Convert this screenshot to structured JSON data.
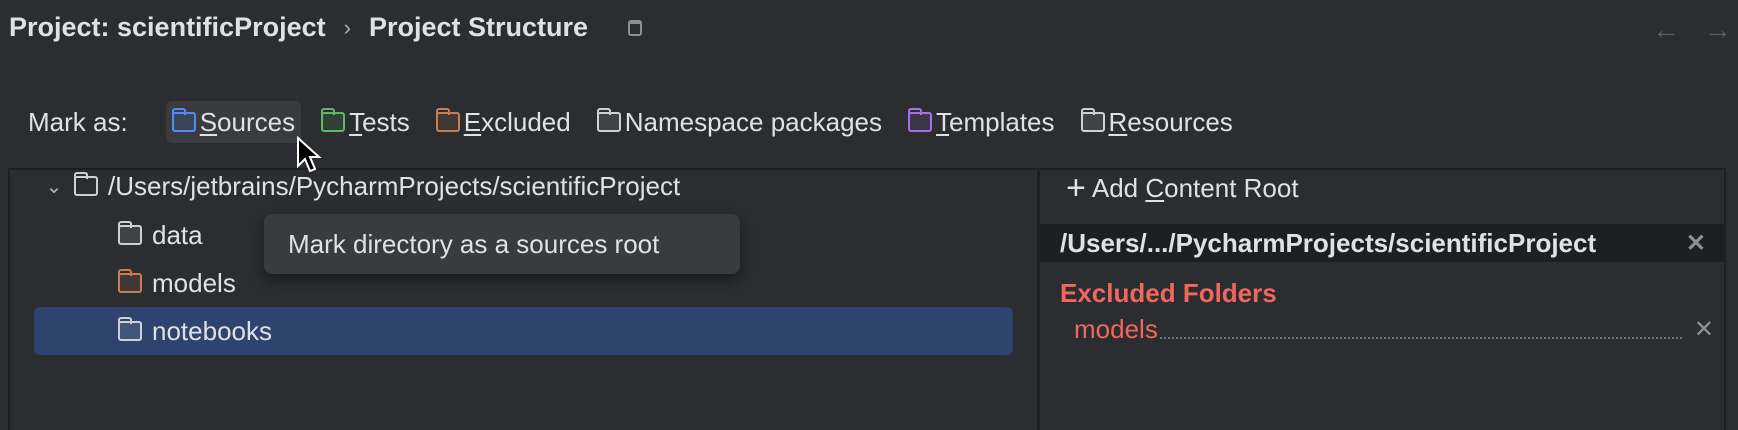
{
  "header": {
    "project": "Project: scientificProject",
    "separator": "›",
    "page": "Project Structure"
  },
  "mark_as": {
    "label": "Mark as:",
    "buttons": [
      {
        "label": "Sources",
        "mnemonic": "S",
        "rest": "ources",
        "color": "#548af7"
      },
      {
        "label": "Tests",
        "mnemonic": "T",
        "rest": "ests",
        "color": "#5fb865"
      },
      {
        "label": "Excluded",
        "mnemonic": "E",
        "rest": "xcluded",
        "color": "#c77d55"
      },
      {
        "label": "Namespace packages",
        "mnemonic": "",
        "rest": "Namespace packages",
        "color": "#ced0d6"
      },
      {
        "label": "Templates",
        "mnemonic": "T",
        "rest": "emplates",
        "color": "#a571e6"
      },
      {
        "label": "Resources",
        "mnemonic": "R",
        "rest": "esources",
        "color": "#ced0d6"
      }
    ]
  },
  "tooltip": "Mark directory as a sources root",
  "tree": {
    "root": "/Users/jetbrains/PycharmProjects/scientificProject",
    "items": [
      {
        "label": "data",
        "color": "#ced0d6"
      },
      {
        "label": "models",
        "color": "#c77d55"
      },
      {
        "label": "notebooks",
        "color": "#ced0d6",
        "selected": true
      }
    ]
  },
  "content": {
    "add_prefix": "Add ",
    "add_mnemonic": "C",
    "add_rest": "ontent Root",
    "root_path": "/Users/.../PycharmProjects/scientificProject",
    "excluded_title": "Excluded Folders",
    "excluded": [
      "models"
    ]
  },
  "colors": {
    "accent": "#2e436e",
    "excluded": "#f0675e"
  }
}
